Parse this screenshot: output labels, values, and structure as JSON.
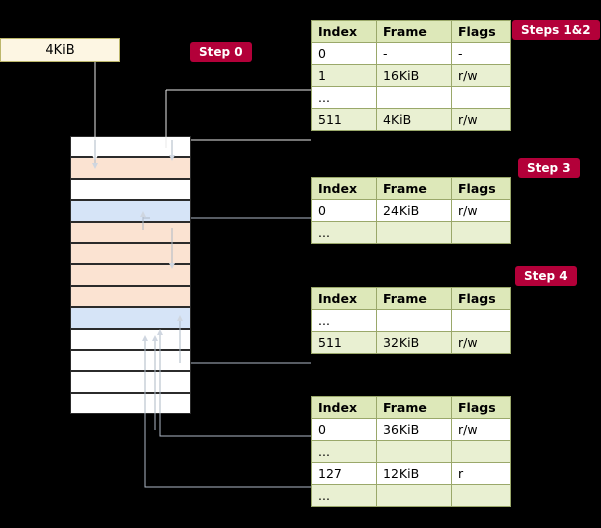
{
  "page": {
    "background": "#000000",
    "accent_pill": "#b30039",
    "table_header_bg": "#dde8b9",
    "table_alt_bg": "#e9f0d2"
  },
  "source_block": {
    "label": "4KiB"
  },
  "labels": {
    "step0": "Step 0",
    "steps12": "Steps 1&2",
    "step3": "Step 3",
    "step4": "Step 4"
  },
  "tables": [
    {
      "name": "table-steps-1-2",
      "headers": [
        "Index",
        "Frame",
        "Flags"
      ],
      "rows": [
        {
          "cells": [
            "0",
            "-",
            "-"
          ],
          "alt": false
        },
        {
          "cells": [
            "1",
            "16KiB",
            "r/w"
          ],
          "alt": true
        },
        {
          "cells": [
            "...",
            "",
            ""
          ],
          "alt": false
        },
        {
          "cells": [
            "511",
            "4KiB",
            "r/w"
          ],
          "alt": true
        }
      ]
    },
    {
      "name": "table-step-3",
      "headers": [
        "Index",
        "Frame",
        "Flags"
      ],
      "rows": [
        {
          "cells": [
            "0",
            "24KiB",
            "r/w"
          ],
          "alt": false
        },
        {
          "cells": [
            "...",
            "",
            ""
          ],
          "alt": true
        }
      ]
    },
    {
      "name": "table-step-4-upper",
      "headers": [
        "Index",
        "Frame",
        "Flags"
      ],
      "rows": [
        {
          "cells": [
            "...",
            "",
            ""
          ],
          "alt": false
        },
        {
          "cells": [
            "511",
            "32KiB",
            "r/w"
          ],
          "alt": true
        }
      ]
    },
    {
      "name": "table-step-4-lower",
      "headers": [
        "Index",
        "Frame",
        "Flags"
      ],
      "rows": [
        {
          "cells": [
            "0",
            "36KiB",
            "r/w"
          ],
          "alt": false
        },
        {
          "cells": [
            "...",
            "",
            ""
          ],
          "alt": true
        },
        {
          "cells": [
            "127",
            "12KiB",
            "r"
          ],
          "alt": false
        },
        {
          "cells": [
            "...",
            "",
            ""
          ],
          "alt": true
        }
      ]
    }
  ],
  "memory_rows": [
    {
      "fill": "white"
    },
    {
      "fill": "peach"
    },
    {
      "fill": "white"
    },
    {
      "fill": "blue"
    },
    {
      "fill": "peach"
    },
    {
      "fill": "peach"
    },
    {
      "fill": "peach"
    },
    {
      "fill": "peach"
    },
    {
      "fill": "blue"
    },
    {
      "fill": "white"
    },
    {
      "fill": "white"
    },
    {
      "fill": "white"
    },
    {
      "fill": "white"
    }
  ]
}
